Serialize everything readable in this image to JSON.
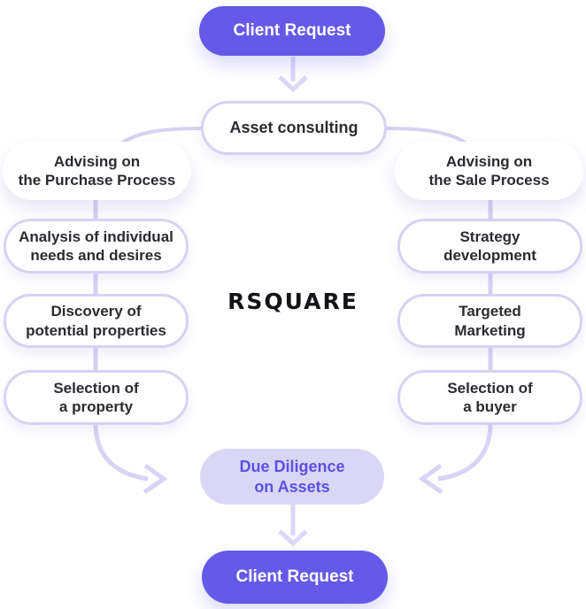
{
  "brand": {
    "logo_text": "RSQUARE"
  },
  "flow": {
    "client_request_top": "Client Request",
    "asset_consulting": "Asset consulting",
    "due_diligence": "Due Diligence\non Assets",
    "client_request_bottom": "Client Request",
    "left_branch": {
      "header": "Advising on\nthe Purchase Process",
      "steps": [
        "Analysis of individual\nneeds and desires",
        "Discovery of\npotential properties",
        "Selection of\na property"
      ]
    },
    "right_branch": {
      "header": "Advising on\nthe Sale Process",
      "steps": [
        "Strategy\ndevelopment",
        "Targeted\nMarketing",
        "Selection of\na buyer"
      ]
    }
  },
  "colors": {
    "primary": "#6459E8",
    "connector": "#d6d2f3",
    "arrow": "#dbd7f7",
    "light_fill": "#dad6f6",
    "accent_text": "#5b51e4",
    "text_dark": "#2b2b31"
  }
}
